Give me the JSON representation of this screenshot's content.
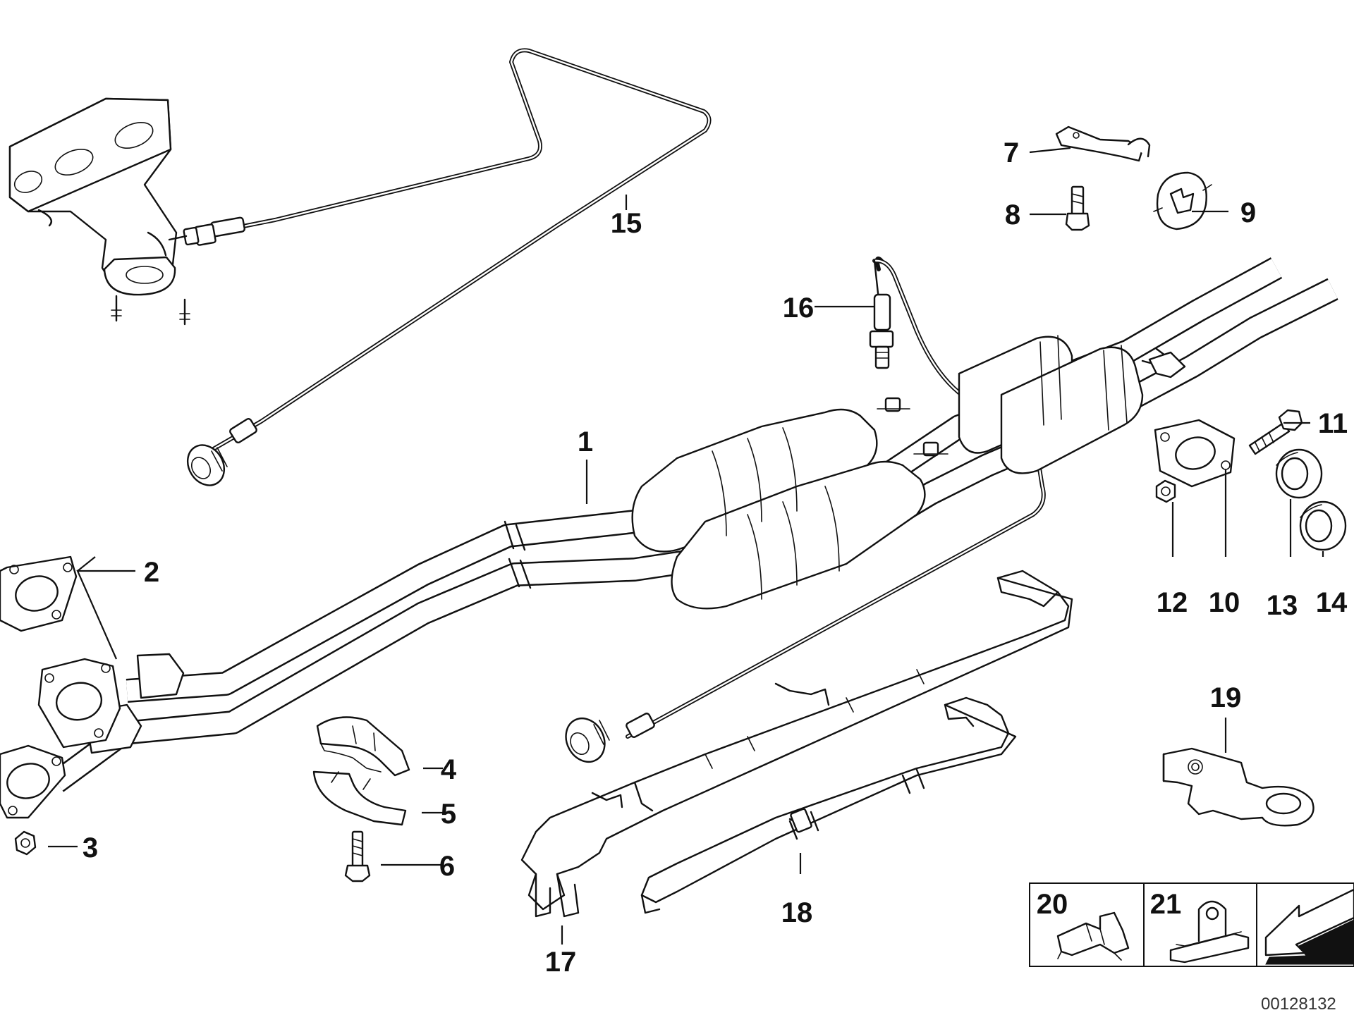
{
  "diagram": {
    "doc_id": "00128132",
    "callouts": [
      {
        "id": "c1",
        "label": "1"
      },
      {
        "id": "c2",
        "label": "2"
      },
      {
        "id": "c3",
        "label": "3"
      },
      {
        "id": "c4",
        "label": "4"
      },
      {
        "id": "c5",
        "label": "5"
      },
      {
        "id": "c6",
        "label": "6"
      },
      {
        "id": "c7",
        "label": "7"
      },
      {
        "id": "c8",
        "label": "8"
      },
      {
        "id": "c9",
        "label": "9"
      },
      {
        "id": "c10",
        "label": "10"
      },
      {
        "id": "c11",
        "label": "11"
      },
      {
        "id": "c12",
        "label": "12"
      },
      {
        "id": "c13",
        "label": "13"
      },
      {
        "id": "c14",
        "label": "14"
      },
      {
        "id": "c15",
        "label": "15"
      },
      {
        "id": "c16",
        "label": "16"
      },
      {
        "id": "c17",
        "label": "17"
      },
      {
        "id": "c18",
        "label": "18"
      },
      {
        "id": "c19",
        "label": "19"
      }
    ],
    "inset": [
      {
        "id": "i20",
        "label": "20"
      },
      {
        "id": "i21",
        "label": "21"
      }
    ]
  }
}
